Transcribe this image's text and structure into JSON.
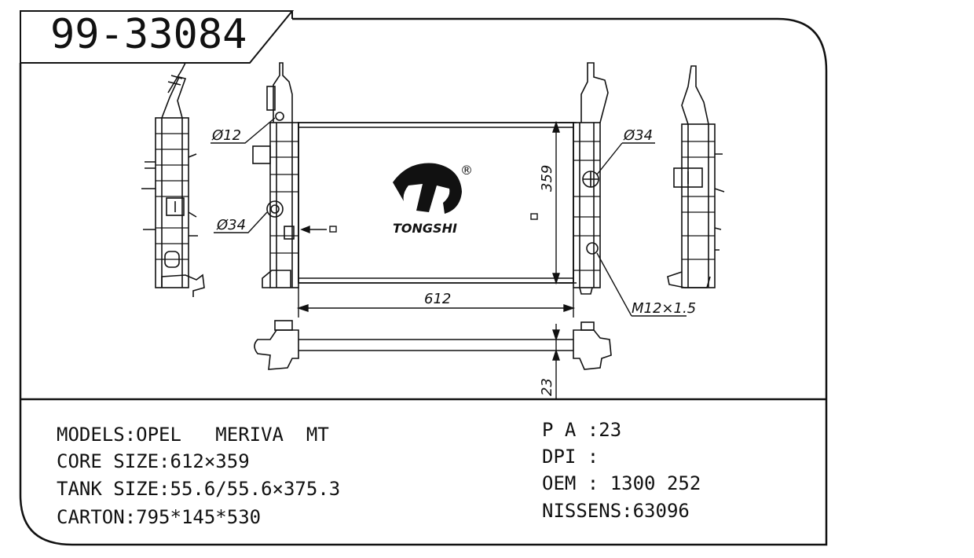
{
  "part_number": "99-33084",
  "brand": {
    "name": "TONGSHI",
    "mark": "®"
  },
  "dimensions": {
    "dia_top_left": "Ø12",
    "dia_left": "Ø34",
    "dia_right": "Ø34",
    "thread": "M12×1.5",
    "core_width": "612",
    "core_height": "359",
    "core_thickness": "23"
  },
  "specs": {
    "models": "MODELS:OPEL   MERIVA  MT",
    "core_size": "CORE SIZE:612×359",
    "tank_size": "TANK SIZE:55.6/55.6×375.3",
    "carton": "CARTON:795*145*530",
    "pa": "P A :23",
    "dpi": "DPI :",
    "oem": "OEM : 1300 252",
    "nissens": "NISSENS:63096"
  }
}
